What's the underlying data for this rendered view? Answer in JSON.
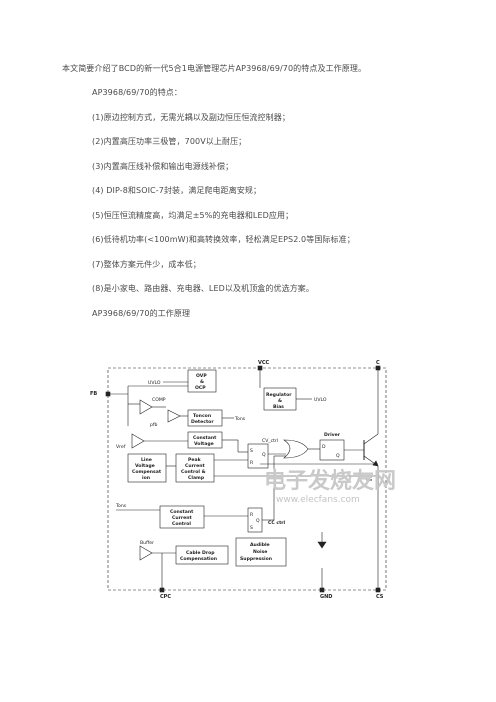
{
  "doc": {
    "intro": "本文简要介绍了BCD的新一代5合1电源管理芯片AP3968/69/70的特点及工作原理。",
    "features_title": "AP3968/69/70的特点：",
    "features": [
      "(1)原边控制方式，无需光耦以及副边恒压恒流控制器；",
      "(2)内置高压功率三极管，700V以上耐压；",
      "(3)内置高压线补偿和输出电源线补偿；",
      "(4) DIP-8和SOIC-7封装，满足爬电距离安规；",
      "(5)恒压恒流精度高，均满足±5%的充电器和LED应用；",
      "(6)低待机功率(<100mW)和高转换效率，轻松满足EPS2.0等国际标准；",
      "(7)整体方案元件少，成本低；",
      "(8)是小家电、路由器、充电器、LED以及机顶盒的优选方案。"
    ],
    "principle_title": "AP3968/69/70的工作原理"
  },
  "diagram": {
    "pins": {
      "vcc": "VCC",
      "c": "C",
      "fb": "FB",
      "cpc": "CPC",
      "gnd": "GND",
      "cs": "CS"
    },
    "blocks": {
      "ovp": [
        "OVP",
        "&",
        "OCP"
      ],
      "toncon": [
        "Toncon",
        "Detector"
      ],
      "const_voltage": [
        "Constant",
        "Voltage"
      ],
      "line_comp": [
        "Line",
        "Voltage",
        "Compensat",
        "ion"
      ],
      "peak": [
        "Peak",
        "Current",
        "Control &",
        "Clamp"
      ],
      "uvlo_bias": [
        "Regulator",
        "&",
        "Bias"
      ],
      "driver": "Driver",
      "ccc": [
        "Constant",
        "Current",
        "Control"
      ],
      "cable": [
        "Cable Drop",
        "Compensation"
      ],
      "noise": [
        "Audible",
        "Noise",
        "Suppression"
      ],
      "cc_ctrl": "CC ctrl",
      "buffer": "Buffer"
    },
    "labels": {
      "uvlo_in": "UVLO",
      "uvlo_out": "UVLO",
      "tons": "Tons",
      "tons2": "Tons",
      "comp": "COMP",
      "pfb": "pfb",
      "vref": "Vref",
      "cv_ctrl": "CV_ctrl",
      "ff_s": "S",
      "ff_q": "Q",
      "ff_r": "R",
      "d_q": "Q",
      "d_r": "R",
      "d_s": "S",
      "drv_d": "D",
      "drv_q": "Q",
      "cs_lbl": "CS"
    },
    "watermark": {
      "cn": "电子发烧友网",
      "url": "www.elecfans.com"
    }
  }
}
